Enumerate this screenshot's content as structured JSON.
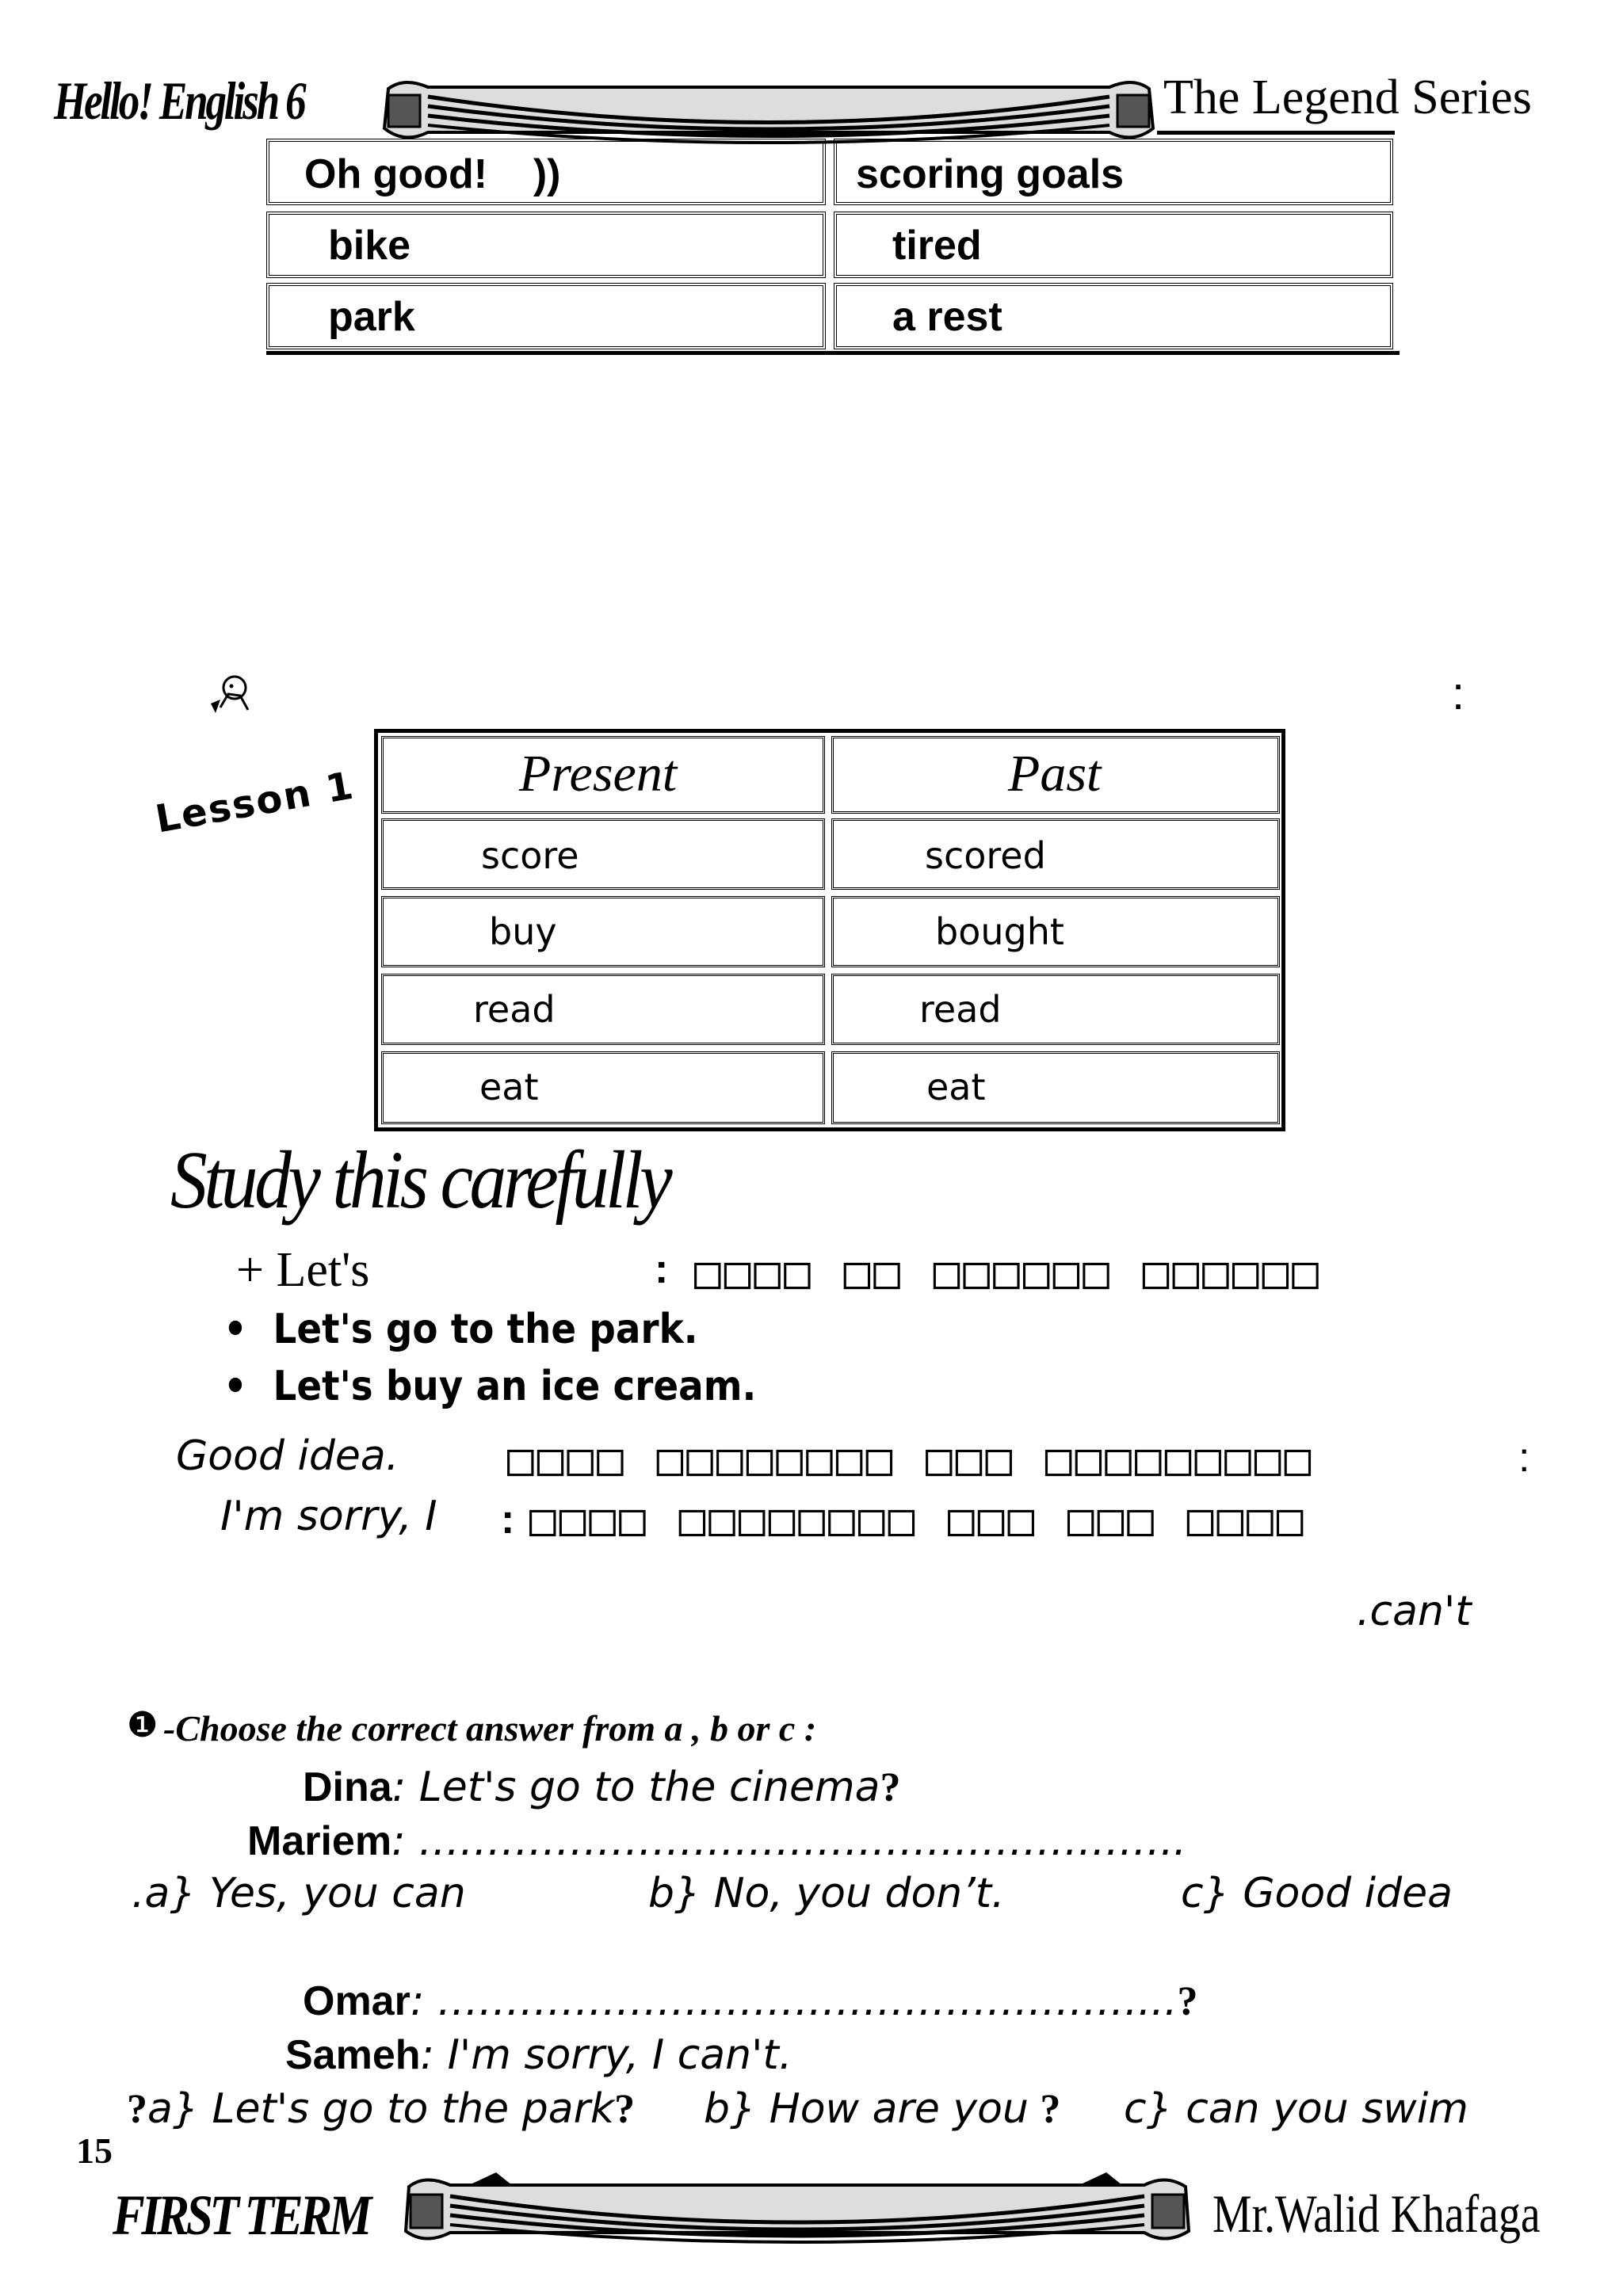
{
  "header": {
    "book_title": "Hello! English 6",
    "series": "The Legend Series"
  },
  "vocab_table": {
    "rows": [
      [
        "Oh good!    ))",
        "scoring goals"
      ],
      [
        "bike",
        "tired"
      ],
      [
        "park",
        "a rest"
      ]
    ]
  },
  "lesson_label": "Lesson 1",
  "stray_colon": ":",
  "grammar_table": {
    "headers": [
      "Present",
      "Past"
    ],
    "rows": [
      [
        "score",
        "scored"
      ],
      [
        "buy",
        "bought"
      ],
      [
        "read",
        "read"
      ],
      [
        "eat",
        "eat"
      ]
    ]
  },
  "study_title": "Study this carefully",
  "study": {
    "lets_label": "+ Let's",
    "lets_colon": ":",
    "lets_boxes": "□□□□ □□ □□□□□□ □□□□□□",
    "examples": [
      "Let's go to the park.",
      "Let's buy an ice cream."
    ],
    "good_idea": "Good idea.",
    "good_idea_boxes": "□□□□ □□□□□□□□ □□□ □□□□□□□□□",
    "good_idea_colon": ":",
    "sorry": "I'm sorry, I",
    "sorry_colon": ":",
    "sorry_boxes": "□□□□ □□□□□□□□ □□□ □□□ □□□□",
    "cant": ".can't"
  },
  "exercise": {
    "number": "❶",
    "title": "-Choose the correct answer from a , b or c :",
    "q1": {
      "speaker1": "Dina",
      "line1": ":  Let's go to the  cinema",
      "line1_end": "?",
      "speaker2": "Mariem",
      "line2": ":  ………………………………………………..",
      "options": [
        ".a} Yes, you can",
        "b} No, you don’t.",
        "c} Good idea"
      ]
    },
    "q2": {
      "speaker1": "Omar",
      "line1": ":  ……………………………………………...",
      "line1_end": "?",
      "speaker2": "Sameh",
      "line2": ":  I'm sorry, I can't.",
      "opt_a_prefix": "?",
      "opt_a": "a} Let's go to the park",
      "opt_a_suffix": "?",
      "opt_b": "b} How are you",
      "opt_b_suffix": "?",
      "opt_c": "c} can you swim"
    }
  },
  "footer": {
    "page_number": "15",
    "term": "FIRST TERM",
    "author": "Mr.Walid Khafaga"
  }
}
